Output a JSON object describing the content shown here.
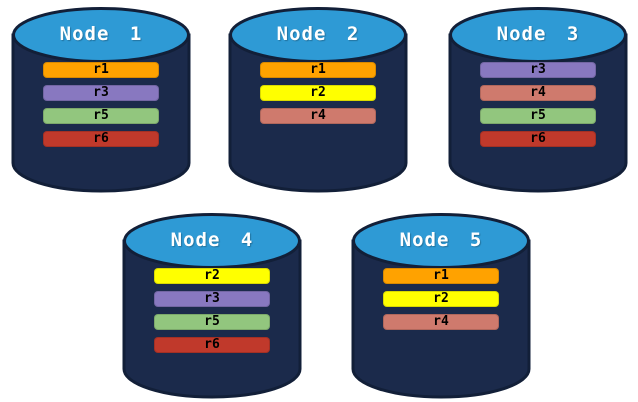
{
  "diagram": {
    "type": "database-replication-nodes",
    "colors": {
      "cylinder_body": "#1B2A4B",
      "cylinder_top": "#2E9AD5",
      "cylinder_outline": "#121F38",
      "replicas": {
        "r1": "#FFA200",
        "r2": "#FFFF00",
        "r3": "#8878C0",
        "r4": "#CF7A6D",
        "r5": "#92C67E",
        "r6": "#C0392B"
      }
    },
    "nodes": [
      {
        "label": "Node 1",
        "replicas": [
          "r1",
          "r3",
          "r5",
          "r6"
        ]
      },
      {
        "label": "Node 2",
        "replicas": [
          "r1",
          "r2",
          "r4"
        ]
      },
      {
        "label": "Node 3",
        "replicas": [
          "r3",
          "r4",
          "r5",
          "r6"
        ]
      },
      {
        "label": "Node 4",
        "replicas": [
          "r2",
          "r3",
          "r5",
          "r6"
        ]
      },
      {
        "label": "Node 5",
        "replicas": [
          "r1",
          "r2",
          "r4"
        ]
      }
    ]
  }
}
